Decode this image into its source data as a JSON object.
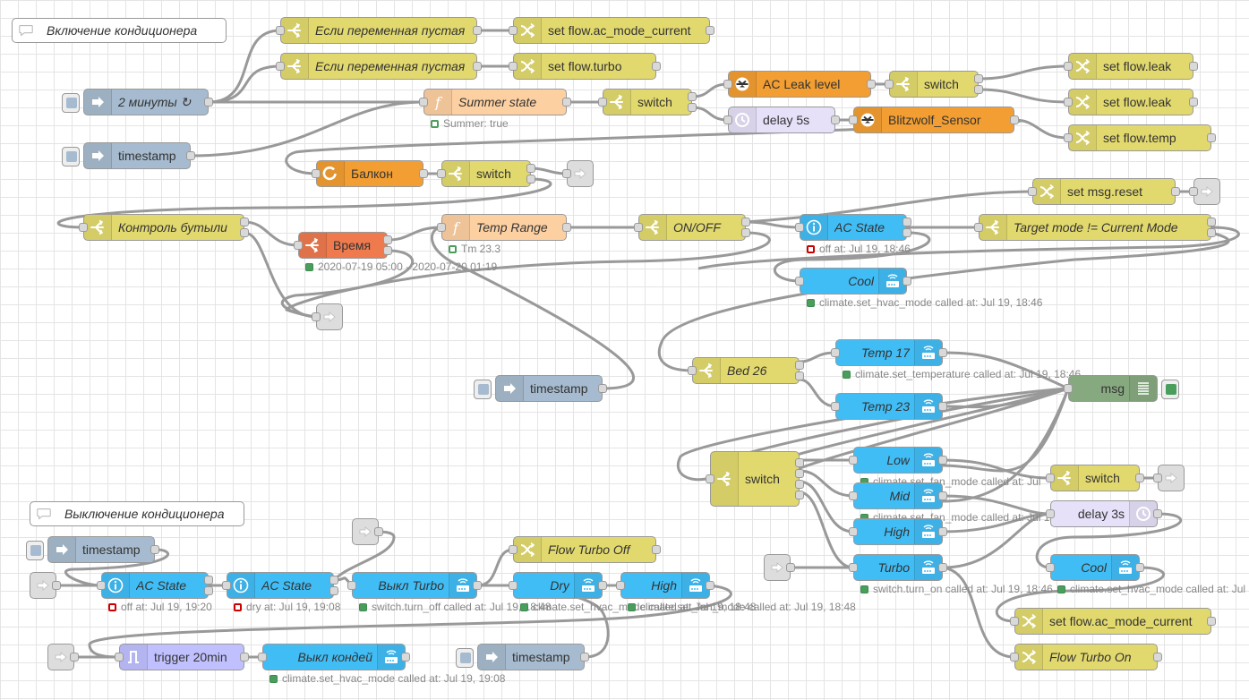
{
  "colors": {
    "grid": "#e4e4e4",
    "wire": "#999999",
    "inject": "#a6bbcf",
    "switch": "#e2d96e",
    "change": "#e2d96e",
    "function": "#fdd0a2",
    "home_assistant": "#41bdf5",
    "event": "#f29e32",
    "trigger": "#c0c0ff",
    "delay": "#e6e0f8",
    "link": "#dddddd",
    "debug": "#87a980",
    "time_range": "#ee7a4e",
    "status_green": "#4a9e5c",
    "status_red": "#cc0000"
  },
  "comments": [
    {
      "label": "Включение кондиционера",
      "icon": "comment-icon"
    },
    {
      "label": "Выключение кондиционера",
      "icon": "comment-icon"
    }
  ],
  "nodes": [
    {
      "label": "Если переменная пустая",
      "type": "switch",
      "icon": "switch-icon"
    },
    {
      "label": "set flow.ac_mode_current",
      "type": "change",
      "icon": "shuffle-icon"
    },
    {
      "label": "Если переменная пустая",
      "type": "switch",
      "icon": "switch-icon"
    },
    {
      "label": "set flow.turbo",
      "type": "change",
      "icon": "shuffle-icon"
    },
    {
      "label": "2 минуты ↻",
      "type": "inject",
      "icon": "arrow-in-icon"
    },
    {
      "label": "Summer state",
      "type": "function",
      "icon": "function-icon",
      "status": "Summer: true"
    },
    {
      "label": "switch",
      "type": "switch",
      "icon": "switch-icon"
    },
    {
      "label": "AC Leak level",
      "type": "event",
      "icon": "gauge-icon"
    },
    {
      "label": "switch",
      "type": "switch",
      "icon": "switch-icon"
    },
    {
      "label": "set flow.leak",
      "type": "change",
      "icon": "shuffle-icon"
    },
    {
      "label": "set flow.leak",
      "type": "change",
      "icon": "shuffle-icon"
    },
    {
      "label": "delay 5s",
      "type": "delay",
      "icon": "timer-icon"
    },
    {
      "label": "Blitzwolf_Sensor",
      "type": "event",
      "icon": "gauge-icon"
    },
    {
      "label": "set flow.temp",
      "type": "change",
      "icon": "shuffle-icon"
    },
    {
      "label": "timestamp",
      "type": "inject",
      "icon": "arrow-in-icon"
    },
    {
      "label": "Балкон",
      "type": "event",
      "icon": "loop-icon"
    },
    {
      "label": "switch",
      "type": "switch",
      "icon": "switch-icon"
    },
    {
      "label": "set msg.reset",
      "type": "change",
      "icon": "shuffle-icon"
    },
    {
      "label": "Контроль бутыли",
      "type": "switch",
      "icon": "switch-icon"
    },
    {
      "label": "Время",
      "type": "time_range",
      "icon": "switch-icon",
      "status": "2020-07-19 05:00 - 2020-07-20 01:19"
    },
    {
      "label": "Temp Range",
      "type": "function",
      "icon": "function-icon",
      "status": "Tm 23.3"
    },
    {
      "label": "ON/OFF",
      "type": "switch",
      "icon": "switch-icon"
    },
    {
      "label": "AC State",
      "type": "home_assistant",
      "icon": "info-icon",
      "status": "off at: Jul 19, 18:46"
    },
    {
      "label": "Target mode != Current Mode",
      "type": "switch",
      "icon": "switch-icon"
    },
    {
      "label": "Cool",
      "type": "home_assistant",
      "icon": "router-icon",
      "status": "climate.set_hvac_mode called at: Jul 19, 18:46"
    },
    {
      "label": "Bed 26",
      "type": "switch",
      "icon": "switch-icon"
    },
    {
      "label": "Temp 17",
      "type": "home_assistant",
      "icon": "router-icon",
      "status": "climate.set_temperature called at: Jul 19, 18:46"
    },
    {
      "label": "Temp 23",
      "type": "home_assistant",
      "icon": "router-icon"
    },
    {
      "label": "timestamp",
      "type": "inject",
      "icon": "arrow-in-icon"
    },
    {
      "label": "msg",
      "type": "debug",
      "icon": "list-icon"
    },
    {
      "label": "switch",
      "type": "switch",
      "icon": "switch-icon"
    },
    {
      "label": "Low",
      "type": "home_assistant",
      "icon": "router-icon",
      "status": "climate.set_fan_mode called at: Jul"
    },
    {
      "label": "Mid",
      "type": "home_assistant",
      "icon": "router-icon",
      "status": "climate.set_fan_mode called at: Jul 17, 19:37"
    },
    {
      "label": "High",
      "type": "home_assistant",
      "icon": "router-icon"
    },
    {
      "label": "Turbo",
      "type": "home_assistant",
      "icon": "router-icon",
      "status": "switch.turn_on called at: Jul 19, 18:46"
    },
    {
      "label": "switch",
      "type": "switch",
      "icon": "switch-icon"
    },
    {
      "label": "delay 3s",
      "type": "delay",
      "icon": "timer-icon"
    },
    {
      "label": "Cool",
      "type": "home_assistant",
      "icon": "router-icon",
      "status": "climate.set_hvac_mode called at: Jul"
    },
    {
      "label": "set flow.ac_mode_current",
      "type": "change",
      "icon": "shuffle-icon"
    },
    {
      "label": "Flow Turbo On",
      "type": "change",
      "icon": "shuffle-icon"
    },
    {
      "label": "timestamp",
      "type": "inject",
      "icon": "arrow-in-icon"
    },
    {
      "label": "AC State",
      "type": "home_assistant",
      "icon": "info-icon",
      "status": "off at: Jul 19, 19:20"
    },
    {
      "label": "AC State",
      "type": "home_assistant",
      "icon": "info-icon",
      "status": "dry at: Jul 19, 19:08"
    },
    {
      "label": "Выкл Turbo",
      "type": "home_assistant",
      "icon": "router-icon",
      "status": "switch.turn_off called at: Jul 19, 18:48"
    },
    {
      "label": "Flow Turbo Off",
      "type": "change",
      "icon": "shuffle-icon"
    },
    {
      "label": "Dry",
      "type": "home_assistant",
      "icon": "router-icon",
      "status": "climate.set_hvac_mode called at: Jul 19, 18:48"
    },
    {
      "label": "High",
      "type": "home_assistant",
      "icon": "router-icon",
      "status": "climate.set_fan_mode called at: Jul 19, 18:48"
    },
    {
      "label": "trigger 20min",
      "type": "trigger",
      "icon": "pulse-icon"
    },
    {
      "label": "Выкл кондей",
      "type": "home_assistant",
      "icon": "router-icon",
      "status": "climate.set_hvac_mode called at: Jul 19, 19:08"
    },
    {
      "label": "timestamp",
      "type": "inject",
      "icon": "arrow-in-icon"
    }
  ]
}
